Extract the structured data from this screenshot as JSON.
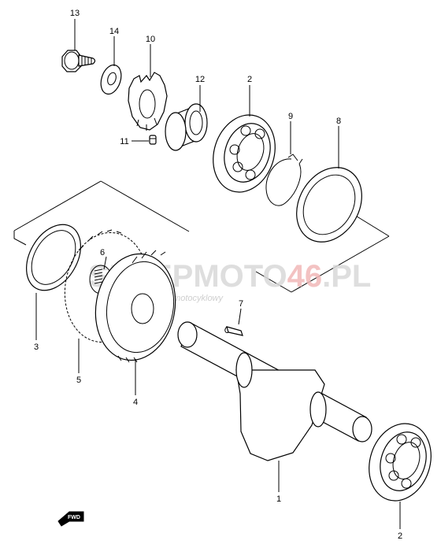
{
  "diagram": {
    "callouts": [
      {
        "id": "13",
        "text": "13"
      },
      {
        "id": "14",
        "text": "14"
      },
      {
        "id": "10",
        "text": "10"
      },
      {
        "id": "12",
        "text": "12"
      },
      {
        "id": "2a",
        "text": "2"
      },
      {
        "id": "9",
        "text": "9"
      },
      {
        "id": "8",
        "text": "8"
      },
      {
        "id": "11",
        "text": "11"
      },
      {
        "id": "6",
        "text": "6"
      },
      {
        "id": "7",
        "text": "7"
      },
      {
        "id": "3",
        "text": "3"
      },
      {
        "id": "5",
        "text": "5"
      },
      {
        "id": "4",
        "text": "4"
      },
      {
        "id": "1",
        "text": "1"
      },
      {
        "id": "2b",
        "text": "2"
      }
    ],
    "fwd_label": "FWD"
  },
  "watermark": {
    "brand_part1": "SKLEPMOTO",
    "brand_part2": "46",
    "brand_part3": ".PL",
    "tagline": "internetowy sklep motocyklowy"
  }
}
